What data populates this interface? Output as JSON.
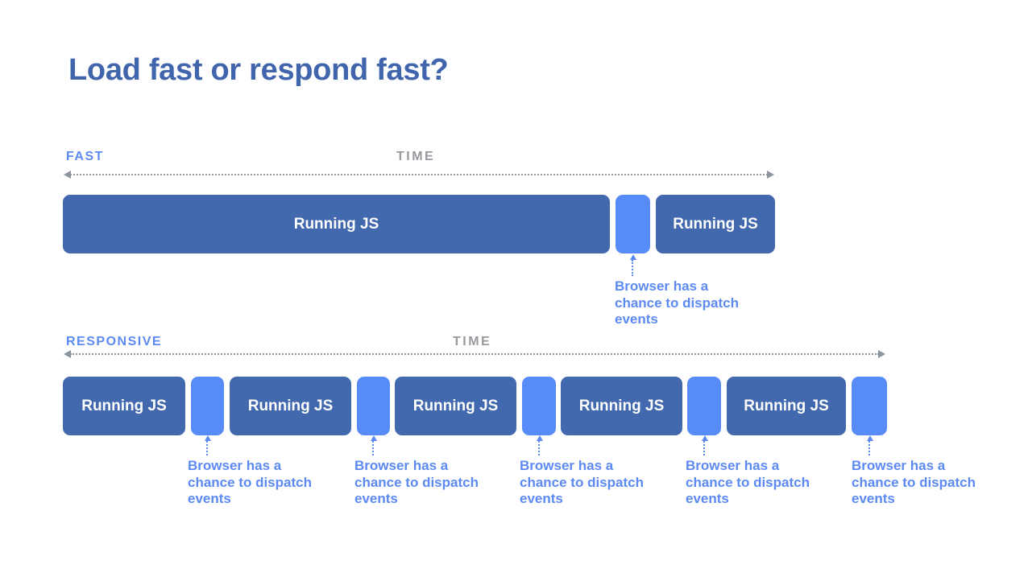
{
  "slide": {
    "title": "Load fast or respond fast?"
  },
  "colors": {
    "title_blue": "#4065ad",
    "bar_dark_blue": "#4268ae",
    "bar_light_blue": "#578bf7",
    "label_light_blue": "#5c8af2",
    "time_gray": "#97999e",
    "timeline_dot_gray": "#9097a2",
    "background": "#ffffff"
  },
  "timelines": [
    {
      "id": "fast",
      "label": "FAST",
      "time_label": "TIME",
      "bars": [
        {
          "kind": "running",
          "label": "Running JS"
        },
        {
          "kind": "gap"
        },
        {
          "kind": "running",
          "label": "Running JS"
        }
      ],
      "annotations": [
        {
          "text": "Browser has a chance to dispatch events"
        }
      ]
    },
    {
      "id": "responsive",
      "label": "RESPONSIVE",
      "time_label": "TIME",
      "bars": [
        {
          "kind": "running",
          "label": "Running JS"
        },
        {
          "kind": "gap"
        },
        {
          "kind": "running",
          "label": "Running JS"
        },
        {
          "kind": "gap"
        },
        {
          "kind": "running",
          "label": "Running JS"
        },
        {
          "kind": "gap"
        },
        {
          "kind": "running",
          "label": "Running JS"
        },
        {
          "kind": "gap"
        },
        {
          "kind": "running",
          "label": "Running JS"
        },
        {
          "kind": "gap"
        }
      ],
      "annotations": [
        {
          "text": "Browser has a chance to dispatch events"
        },
        {
          "text": "Browser has a chance to dispatch events"
        },
        {
          "text": "Browser has a chance to dispatch events"
        },
        {
          "text": "Browser has a chance to dispatch events"
        },
        {
          "text": "Browser has a chance to dispatch events"
        }
      ]
    }
  ]
}
